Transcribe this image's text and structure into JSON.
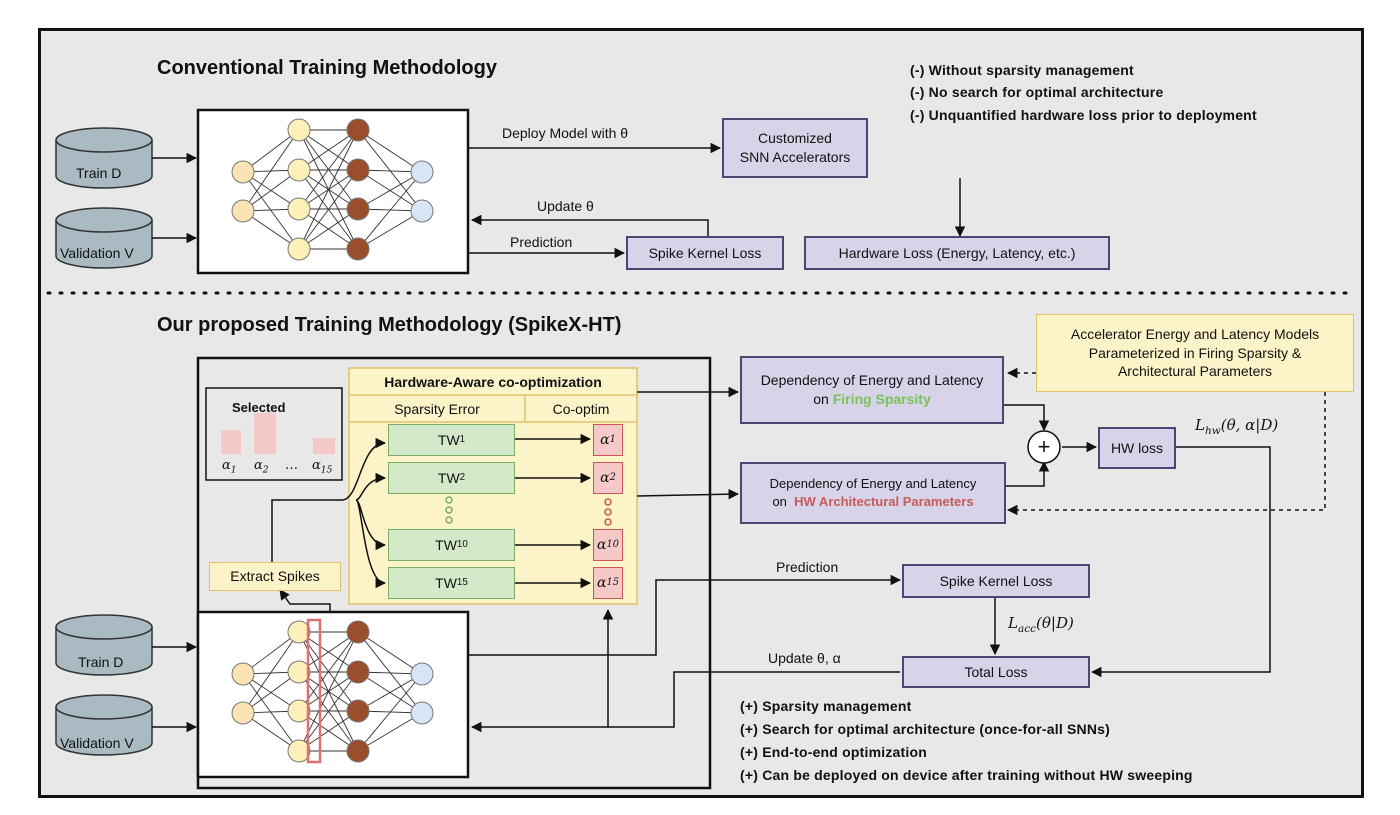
{
  "conventional": {
    "title": "Conventional Training Methodology",
    "notes": [
      "(-) Without sparsity management",
      "(-) No search for optimal architecture",
      "(-) Unquantified hardware loss prior to deployment"
    ],
    "train_db": "Train D",
    "val_db": "Validation V",
    "deploy_label": "Deploy Model with θ",
    "accelerator_box": [
      "Customized",
      "SNN Accelerators"
    ],
    "update_label": "Update θ",
    "prediction_label": "Prediction",
    "spike_loss_box": "Spike Kernel Loss",
    "hw_loss_box": "Hardware Loss (Energy, Latency, etc.)"
  },
  "proposed": {
    "title": "Our proposed Training Methodology (SpikeX-HT)",
    "model_box": [
      "Accelerator Energy and Latency Models",
      "Parameterized in Firing Sparsity &",
      "Architectural Parameters"
    ],
    "hwa_title": "Hardware-Aware co-optimization",
    "col_sparsity": "Sparsity Error",
    "col_cooptim": "Co-optim",
    "selected_label": "Selected",
    "selected_alphas": [
      "α1",
      "α2",
      "…",
      "α15"
    ],
    "tw": [
      "TW1",
      "TW2",
      "TW10",
      "TW15"
    ],
    "alphas": [
      "α1",
      "α2",
      "α10",
      "α15"
    ],
    "extract_spikes": "Extract Spikes",
    "dep_sparsity_line1": "Dependency of Energy and Latency",
    "dep_sparsity_on": "on",
    "dep_sparsity_hl": "Firing Sparsity",
    "dep_arch_line1": "Dependency of Energy and Latency",
    "dep_arch_on": "on",
    "dep_arch_hl": "HW Architectural Parameters",
    "plus_symbol": "+",
    "hw_loss_box": "HW loss",
    "lhw_label": "Lhw(θ, α|D)",
    "prediction_label": "Prediction",
    "spike_loss_box": "Spike Kernel Loss",
    "lacc_label": "Lacc(θ|D)",
    "update_label": "Update θ, α",
    "total_loss_box": "Total Loss",
    "train_db": "Train D",
    "val_db": "Validation V",
    "notes": [
      "(+) Sparsity management",
      "(+) Search for optimal architecture (once-for-all SNNs)",
      "(+) End-to-end optimization",
      "(+) Can be deployed on device after training without HW sweeping"
    ]
  },
  "colors": {
    "purple_fill": "#d7d3e8",
    "purple_border": "#4d4573",
    "yellow_fill": "#fdf3c9",
    "green_fill": "#d4e9c9",
    "pink_fill": "#f6c9c9",
    "neuron_light": "#fbe3b3",
    "neuron_yellow": "#fdf0b8",
    "neuron_brown": "#9a4e2c",
    "neuron_blue": "#d7e5f7",
    "highlight_green": "#7bc25a",
    "highlight_red": "#c85a5a"
  }
}
